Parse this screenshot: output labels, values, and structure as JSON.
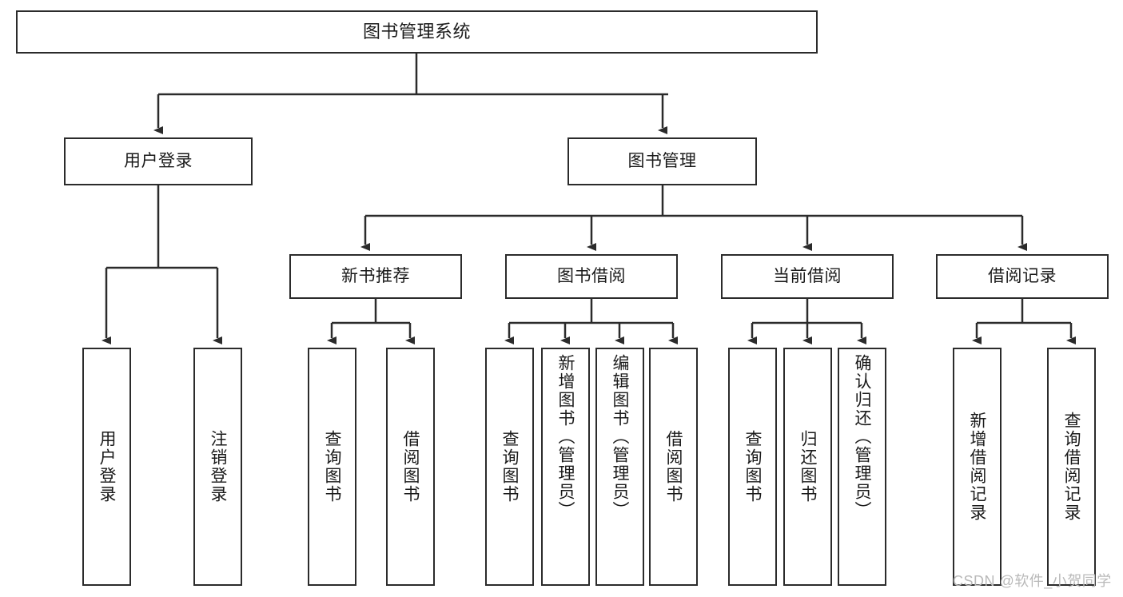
{
  "diagram": {
    "title": "图书管理系统",
    "type": "tree-hierarchy-chart",
    "root": {
      "label": "图书管理系统"
    },
    "level2": [
      {
        "label": "用户登录"
      },
      {
        "label": "图书管理"
      }
    ],
    "level3": [
      {
        "label": "新书推荐"
      },
      {
        "label": "图书借阅"
      },
      {
        "label": "当前借阅"
      },
      {
        "label": "借阅记录"
      }
    ],
    "leaves_user_login": [
      {
        "label": "用户登录"
      },
      {
        "label": "注销登录"
      }
    ],
    "leaves_new_book": [
      {
        "label": "查询图书"
      },
      {
        "label": "借阅图书"
      }
    ],
    "leaves_borrow": [
      {
        "label": "查询图书"
      },
      {
        "label": "新增图书（管理员）"
      },
      {
        "label": "编辑图书（管理员）"
      },
      {
        "label": "借阅图书"
      }
    ],
    "leaves_current": [
      {
        "label": "查询图书"
      },
      {
        "label": "归还图书"
      },
      {
        "label": "确认归还（管理员）"
      }
    ],
    "leaves_records": [
      {
        "label": "新增借阅记录"
      },
      {
        "label": "查询借阅记录"
      }
    ]
  },
  "watermark": {
    "text": "CSDN @软件_小贺同学"
  },
  "colors": {
    "stroke": "#2b2b2b",
    "fill": "#ffffff",
    "text": "#1a1a1a",
    "watermark": "#b9b9b9"
  }
}
